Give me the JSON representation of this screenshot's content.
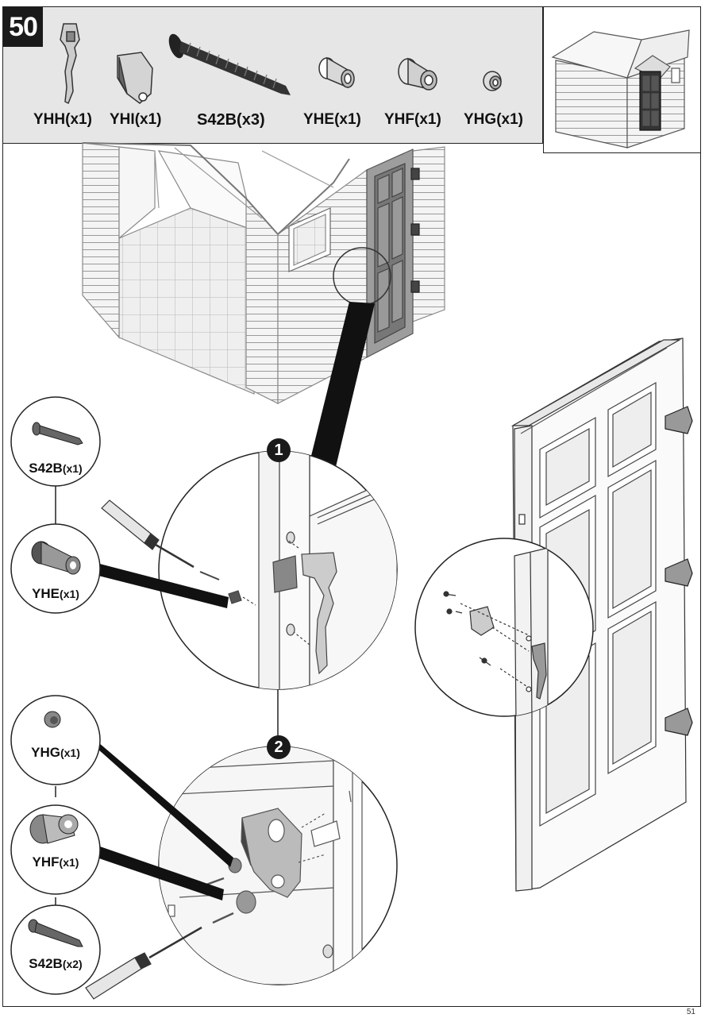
{
  "step": {
    "number": "50"
  },
  "parts": [
    {
      "code": "YHH",
      "qty": "(x1)"
    },
    {
      "code": "YHI",
      "qty": "(x1)"
    },
    {
      "code": "S42B",
      "qty": "(x3)"
    },
    {
      "code": "YHE",
      "qty": "(x1)"
    },
    {
      "code": "YHF",
      "qty": "(x1)"
    },
    {
      "code": "YHG",
      "qty": "(x1)"
    }
  ],
  "callouts": {
    "screw_top": {
      "code": "S42B",
      "qty": "(x1)"
    },
    "yhe": {
      "code": "YHE",
      "qty": "(x1)"
    },
    "yhg": {
      "code": "YHG",
      "qty": "(x1)"
    },
    "yhf": {
      "code": "YHF",
      "qty": "(x1)"
    },
    "screw_bottom": {
      "code": "S42B",
      "qty": "(x2)"
    }
  },
  "substeps": [
    "1",
    "2"
  ],
  "page_number": "51"
}
